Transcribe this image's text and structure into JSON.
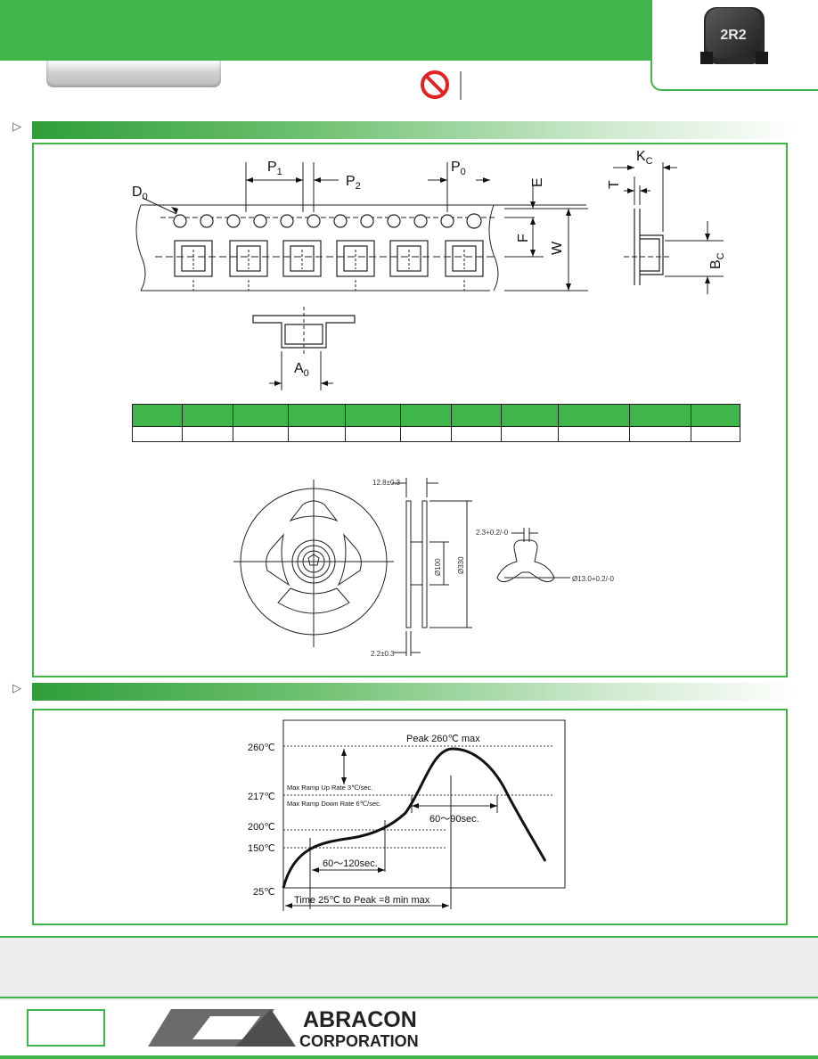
{
  "product_badge": {
    "text": "2R2"
  },
  "tape_labels": {
    "d0": "D",
    "d0_sub": "0",
    "p1": "P",
    "p1_sub": "1",
    "p2": "P",
    "p2_sub": "2",
    "p0": "P",
    "p0_sub": "0",
    "e": "E",
    "f": "F",
    "w": "W",
    "t": "T",
    "kc": "K",
    "kc_sub": "C",
    "bc": "B",
    "bc_sub": "C",
    "a0": "A",
    "a0_sub": "0"
  },
  "spec_table": {
    "columns": 11,
    "rows": 1
  },
  "reel": {
    "width_top": "12.8±0.3",
    "width_bottom": "2.2±0.3",
    "hub_dia": "Ø100",
    "reel_dia": "Ø330",
    "slot": "2.3+0.2/-0",
    "arbor": "Ø13.0+0.2/-0"
  },
  "reflow": {
    "peak": "Peak 260℃ max",
    "t260": "260℃",
    "t217": "217℃",
    "t200": "200℃",
    "t150": "150℃",
    "t25": "25℃",
    "ramp_up": "Max Ramp Up Rate  3℃/sec.",
    "ramp_down": "Max Ramp Down Rate  6℃/sec.",
    "span_217": "60～90sec.",
    "span_150": "60～120sec.",
    "total": "Time 25℃ to Peak =8 min max"
  },
  "logo": {
    "line1": "ABRACON",
    "line2": "CORPORATION"
  },
  "colors": {
    "brand_green": "#3fb54a",
    "dark_green": "#2f9e3a"
  }
}
